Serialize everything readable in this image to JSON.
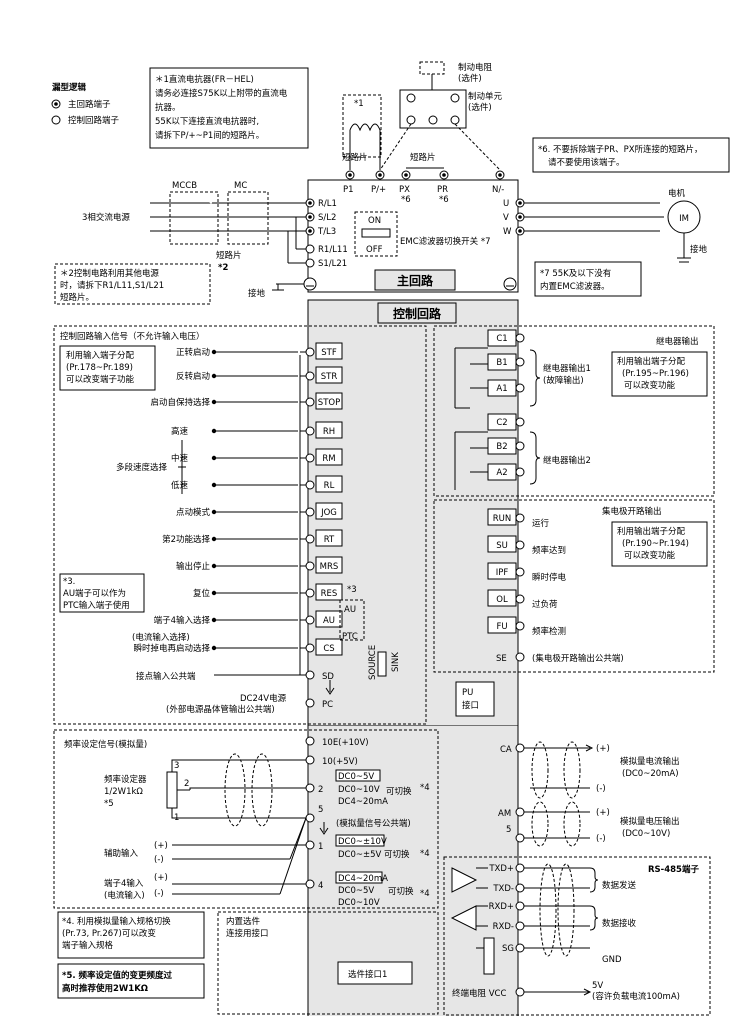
{
  "legend": {
    "title": "漏型逻辑",
    "main_terminal": "主回路端子",
    "control_terminal": "控制回路端子"
  },
  "notes": {
    "note1": [
      "＊1直流电抗器(FR－HEL)",
      "请务必连接S75K以上附带的直流电",
      "抗器。",
      "55K以下连接直流电抗器时,",
      "请拆下P/+~P1间的短路片。"
    ],
    "note2": [
      "＊2控制电路利用其他电源",
      "时，请拆下R1/L11,S1/L21",
      "短路片。"
    ],
    "note3": [
      "*3.",
      "AU端子可以作为",
      "PTC输入端子使用"
    ],
    "note4": [
      "*4. 利用模拟量输入规格切换",
      "(Pr.73, Pr.267)可以改变",
      "端子输入规格"
    ],
    "note5": [
      "*5. 频率设定值的变更频度过",
      "高时推荐使用2W1KΩ"
    ],
    "note6": [
      "*6. 不要拆除端子PR、PX所连接的短路片，",
      "请不要使用该端子。"
    ],
    "note7": [
      "*7 55K及以下没有",
      "内置EMC滤波器。"
    ]
  },
  "top": {
    "brake_resistor": [
      "制动电阻",
      "(选件)"
    ],
    "brake_unit": [
      "制动单元",
      "(选件)"
    ],
    "star1": "*1",
    "jumper1": "短路片",
    "jumper2": "短路片",
    "terminals": [
      {
        "name": "P1",
        "sub": ""
      },
      {
        "name": "P/+",
        "sub": ""
      },
      {
        "name": "PX",
        "sub": "*6"
      },
      {
        "name": "PR",
        "sub": "*6"
      },
      {
        "name": "N/-",
        "sub": ""
      }
    ]
  },
  "power": {
    "mccb": "MCCB",
    "mc": "MC",
    "source": "3相交流电源",
    "inputs": [
      "R/L1",
      "S/L2",
      "T/L3",
      "R1/L11",
      "S1/L21"
    ],
    "jumper": "短路片",
    "star2": "*2",
    "ground": "接地",
    "emc_on": "ON",
    "emc_off": "OFF",
    "emc_label": "EMC滤波器切换开关 *7",
    "main_circuit": "主回路",
    "control_circuit": "控制回路",
    "outputs": [
      "U",
      "V",
      "W"
    ],
    "motor": "电机",
    "motor_symbol": "IM",
    "motor_ground": "接地"
  },
  "control_input": {
    "title": "控制回路输入信号（不允许输入电压）",
    "assign_note": [
      "利用输入端子分配",
      "(Pr.178~Pr.189)",
      "可以改变端子功能"
    ],
    "multi_speed": "多段速度选择",
    "terminals": [
      {
        "code": "STF",
        "label": "正转启动"
      },
      {
        "code": "STR",
        "label": "反转启动"
      },
      {
        "code": "STOP",
        "label": "启动自保持选择"
      },
      {
        "code": "RH",
        "label": "高速"
      },
      {
        "code": "RM",
        "label": "中速"
      },
      {
        "code": "RL",
        "label": "低速"
      },
      {
        "code": "JOG",
        "label": "点动模式"
      },
      {
        "code": "RT",
        "label": "第2功能选择"
      },
      {
        "code": "MRS",
        "label": "输出停止"
      },
      {
        "code": "RES",
        "label": "复位"
      },
      {
        "code": "AU",
        "label": "端子4输入选择"
      },
      {
        "code": "CS",
        "label": "瞬时掉电再启动选择"
      }
    ],
    "au_sub": "(电流输入选择)",
    "res_star": "*3",
    "au_switch": [
      "AU",
      "PTC"
    ],
    "sd": "SD",
    "sd_label": "接点输入公共端",
    "source": "SOURCE",
    "sink": "SINK",
    "pc": "PC",
    "dc24": "DC24V电源",
    "dc24_sub": "(外部电源晶体管输出公共端)"
  },
  "relay": {
    "title": "继电器输出",
    "terminals": [
      "C1",
      "B1",
      "A1",
      "C2",
      "B2",
      "A2"
    ],
    "out1": [
      "继电器输出1",
      "(故障输出)"
    ],
    "out2": "继电器输出2",
    "assign_note": [
      "利用输出端子分配",
      "(Pr.195~Pr.196)",
      "可以改变功能"
    ]
  },
  "open_collector": {
    "title": "集电极开路输出",
    "assign_note": [
      "利用输出端子分配",
      "(Pr.190~Pr.194)",
      "可以改变功能"
    ],
    "terminals": [
      {
        "code": "RUN",
        "label": "运行"
      },
      {
        "code": "SU",
        "label": "频率达到"
      },
      {
        "code": "IPF",
        "label": "瞬时停电"
      },
      {
        "code": "OL",
        "label": "过负荷"
      },
      {
        "code": "FU",
        "label": "频率检测"
      }
    ],
    "se": "SE",
    "se_label": "(集电极开路输出公共端)"
  },
  "pu": [
    "PU",
    "接口"
  ],
  "analog": {
    "title": "频率设定信号(模拟量)",
    "pot": [
      "频率设定器",
      "1/2W1kΩ",
      "*5"
    ],
    "pot_pins": [
      "3",
      "2",
      "1"
    ],
    "t10e": "10E(+10V)",
    "t10": "10(+5V)",
    "t2": "2",
    "t2_spec": [
      "DC0~5V",
      "DC0~10V",
      "DC4~20mA"
    ],
    "t2_switch": "可切换",
    "t2_star": "*4",
    "t5": "5",
    "t5_label": "(模拟量信号公共端)",
    "aux": "辅助输入",
    "t1": "1",
    "t1_spec": [
      "DC0~±10V",
      "DC0~±5V 可切换"
    ],
    "t1_star": "*4",
    "t4_in": [
      "端子4输入",
      "(电流输入)"
    ],
    "t4": "4",
    "t4_spec": [
      "DC4~20mA",
      "DC0~5V",
      "DC0~10V"
    ],
    "t4_switch": "可切换",
    "t4_star": "*4",
    "plus": "(+)",
    "minus": "(-)"
  },
  "option": {
    "title": [
      "内置选件",
      "连接用接口"
    ],
    "slot": "选件接口1"
  },
  "analog_out": {
    "ca": "CA",
    "ca_label": [
      "模拟量电流输出",
      "(DC0~20mA)"
    ],
    "am": "AM",
    "am_label": [
      "模拟量电压输出",
      "(DC0~10V)"
    ],
    "t5": "5",
    "plus": "(+)",
    "minus": "(-)"
  },
  "rs485": {
    "title": "RS-485端子",
    "terminals": [
      "TXD+",
      "TXD-",
      "RXD+",
      "RXD-",
      "SG"
    ],
    "send": "数据发送",
    "receive": "数据接收",
    "gnd": "GND",
    "vcc": "终端电阻 VCC",
    "vcc_out": [
      "5V",
      "(容许负载电流100mA)"
    ]
  }
}
